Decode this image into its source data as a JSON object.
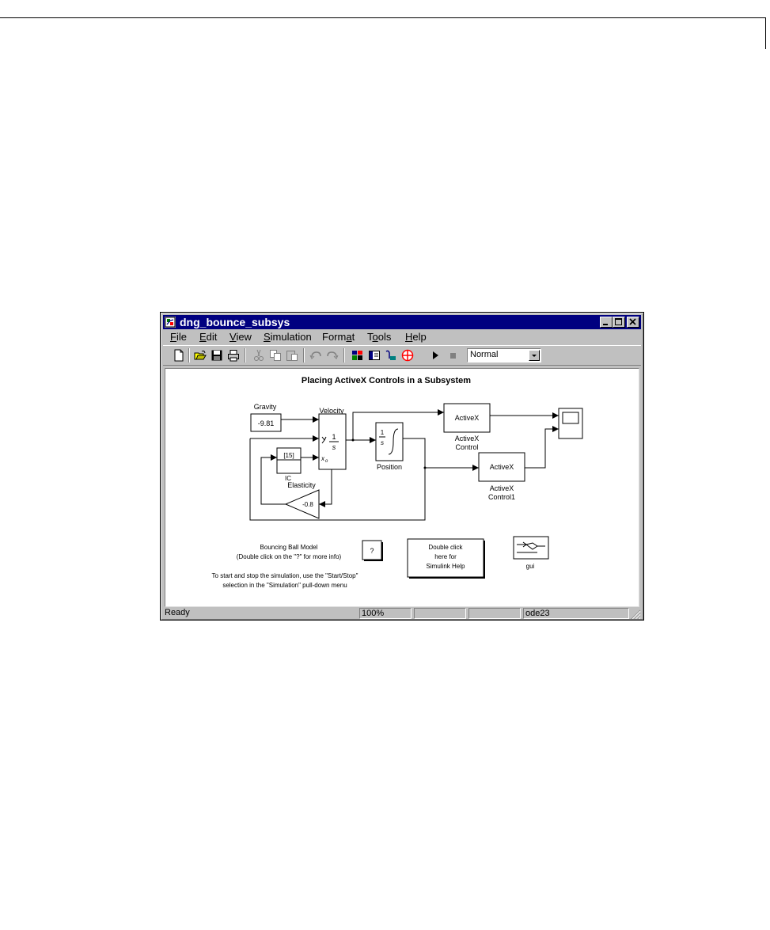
{
  "window": {
    "title": "dng_bounce_subsys"
  },
  "menu": [
    {
      "label": "File",
      "ul": "F",
      "rest": "ile"
    },
    {
      "label": "Edit",
      "ul": "E",
      "rest": "dit"
    },
    {
      "label": "View",
      "ul": "V",
      "rest": "iew"
    },
    {
      "label": "Simulation",
      "ul": "S",
      "rest": "imulation"
    },
    {
      "label": "Format",
      "pre": "Form",
      "ul": "a",
      "rest": "t"
    },
    {
      "label": "Tools",
      "pre": "T",
      "ul": "o",
      "rest": "ols"
    },
    {
      "label": "Help",
      "ul": "H",
      "rest": "elp"
    }
  ],
  "toolbar": {
    "mode_value": "Normal",
    "icons": [
      "new-icon",
      "open-icon",
      "save-icon",
      "print-icon",
      "cut-icon",
      "copy-icon",
      "paste-icon",
      "undo-icon",
      "redo-icon",
      "library-browser-icon",
      "model-browser-icon",
      "debugger-icon",
      "target-icon",
      "start-icon",
      "stop-icon"
    ]
  },
  "diagram": {
    "title": "Placing ActiveX Controls in a Subsystem",
    "gravity_label": "Gravity",
    "gravity_value": "-9.81",
    "velocity_label": "Velocity",
    "integrator_num": "1",
    "integrator_den": "s",
    "ic_value": "[15]",
    "ic_label": "IC",
    "elasticity_label": "Elasticity",
    "gain_value": "-0.8",
    "position_label": "Position",
    "activex_text": "ActiveX",
    "activex1_label_1": "ActiveX",
    "activex1_label_2": "Control",
    "activex2_label_1": "ActiveX",
    "activex2_label_2": "Control1",
    "model_title": "Bouncing Ball Model",
    "model_hint": "(Double click on the \"?\" for more info)",
    "help_block": "?",
    "help_link_1": "Double click",
    "help_link_2": "here for",
    "help_link_3": "Simulink Help",
    "gui_label": "gui",
    "instructions_1": "To start and stop the simulation, use the \"Start/Stop\"",
    "instructions_2": "selection in the \"Simulation\" pull-down menu"
  },
  "status": {
    "state": "Ready",
    "zoom": "100%",
    "pane3": "",
    "pane4": "",
    "solver": "ode23"
  },
  "colors": {
    "titlebar": "#000080",
    "chrome": "#c0c0c0",
    "canvas": "#ffffff"
  }
}
